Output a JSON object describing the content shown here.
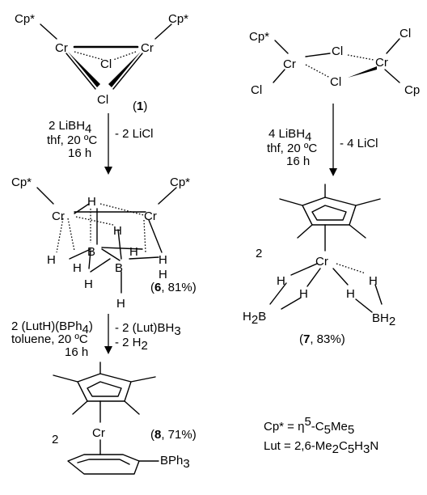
{
  "compound1": {
    "cp_left": "Cp*",
    "cp_right": "Cp*",
    "cr_left": "Cr",
    "cr_right": "Cr",
    "cl_mid": "Cl",
    "cl_bottom": "Cl",
    "label": "(1)",
    "label_open": "(",
    "label_num": "1",
    "label_close": ")"
  },
  "compound_right": {
    "cp_left": "Cp*",
    "cl_right_top": "Cl",
    "cr_left": "Cr",
    "cr_right": "Cr",
    "cl_bridge_top": "Cl",
    "cl_bridge_bottom": "Cl",
    "cl_left_bottom": "Cl",
    "cp_right_bottom": "Cp"
  },
  "step1": {
    "reagent": "2 LiBH4",
    "conditions": "thf, 20 ºC",
    "time": "16 h",
    "byproduct": "- 2 LiCl"
  },
  "step2": {
    "reagent": "4 LiBH4",
    "conditions": "thf, 20 ºC",
    "time": "16 h",
    "byproduct": "- 4 LiCl"
  },
  "step3": {
    "reagent": "2 (LutH)(BPh4)",
    "conditions": "toluene, 20 ºC",
    "time": "16 h",
    "byproduct1": "- 2 (Lut)BH3",
    "byproduct2": "- 2 H2"
  },
  "compound6": {
    "cp_left": "Cp*",
    "cp_right": "Cp*",
    "cr_left": "Cr",
    "cr_right": "Cr",
    "h": "H",
    "b": "B",
    "label_open": "(",
    "label_num": "6",
    "label_rest": ", 81%)"
  },
  "compound7": {
    "coef": "2",
    "cr": "Cr",
    "h": "H",
    "bh2_left": "H2B",
    "bh2_right": "BH2",
    "label_open": "(",
    "label_num": "7",
    "label_rest": ", 83%)"
  },
  "compound8": {
    "coef": "2",
    "cr": "Cr",
    "bph3": "BPh3",
    "label_open": "(",
    "label_num": "8",
    "label_rest": ", 71%)"
  },
  "legend": {
    "cp_def_lhs": "Cp* = η",
    "cp_def_sup": "5",
    "cp_def_rhs": "-C5Me5",
    "lut_def": "Lut = 2,6-Me2C5H3N"
  }
}
